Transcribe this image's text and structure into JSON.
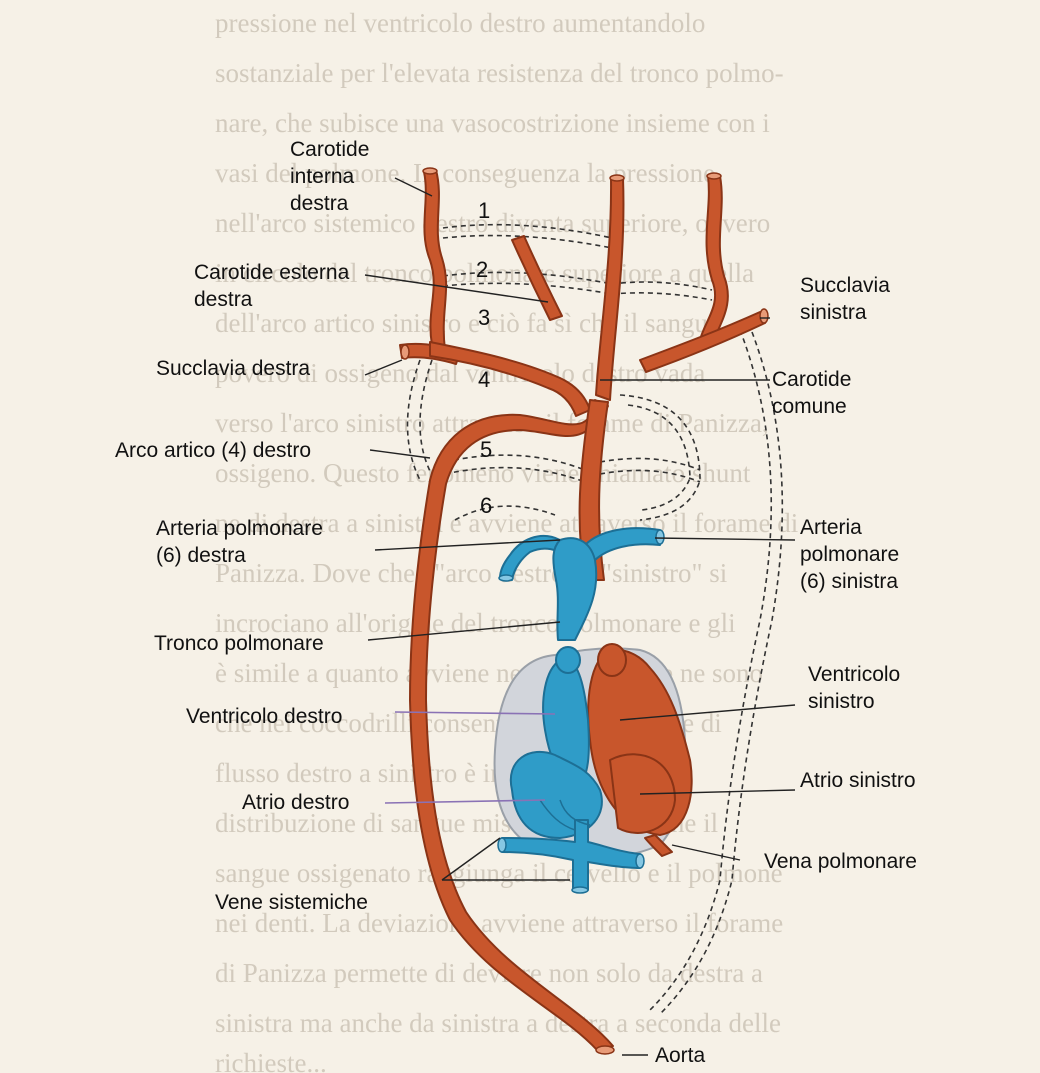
{
  "labels": {
    "carotide_interna": "Carotide\ninterna\ndestra",
    "carotide_esterna": "Carotide esterna\ndestra",
    "succlavia_destra": "Succlavia destra",
    "arco_artico": "Arco artico (4) destro",
    "arteria_polmonare_destra": "Arteria polmonare\n(6) destra",
    "tronco_polmonare": "Tronco polmonare",
    "ventricolo_destro": "Ventricolo destro",
    "atrio_destro": "Atrio destro",
    "vene_sistemiche": "Vene sistemiche",
    "succlavia_sinistra": "Succlavia\nsinistra",
    "carotide_comune": "Carotide\ncomune",
    "arteria_polmonare_sinistra": "Arteria\npolmonare\n(6) sinistra",
    "ventricolo_sinistro": "Ventricolo\nsinistro",
    "atrio_sinistro": "Atrio sinistro",
    "vena_polmonare": "Vena polmonare",
    "aorta": "Aorta"
  },
  "arch_numbers": [
    "1",
    "2",
    "3",
    "4",
    "5",
    "6"
  ],
  "background_text": [
    "pressione nel ventricolo destro aumentandolo",
    "sostanziale per l'elevata resistenza del tronco polmo-",
    "nare, che subisce una vasocostrizione insieme con i",
    "vasi del polmone. In conseguenza la pressione",
    "nell'arco sistemico destro diventa superiore, ovvero",
    "in circolo del tronco polmonare superiore a quella",
    "dell'arco artico sinistro e ciò fa sì che il sangue",
    "povero di ossigeno dal ventricolo destro vada",
    "verso l'arco sinistro attraverso il forame di Panizza,",
    "ossigeno. Questo fenomeno viene chiamato shunt",
    "ne di destra a sinistra e avviene attraverso il forame di",
    "Panizza. Dove che l'\"arco destro\" e \"sinistro\" si",
    "incrociano all'origine del tronco polmonare e gli",
    "è simile a quanto avviene negli uccelli che ne sono",
    "che nei coccodrilli consentono la deviazione di",
    "flusso destro a sinistro è importante della",
    "distribuzione di sangue misto e permette che il",
    "sangue ossigenato raggiunga il cervello e il polmone",
    "nei denti. La deviazione avviene attraverso il forame",
    "di Panizza permette di deviare non solo da destra a",
    "sinistra ma anche da sinistra a destra a seconda delle",
    "richieste..."
  ],
  "colors": {
    "artery": "#c8562c",
    "artery_outline": "#8a3416",
    "vein": "#2f9cc8",
    "vein_outline": "#1d6f95",
    "pericardium": "#d2d5db",
    "leader_dark": "#222222",
    "leader_purple": "#8a72b5",
    "dashed": "#333333",
    "paper": "#f6f1e7"
  }
}
